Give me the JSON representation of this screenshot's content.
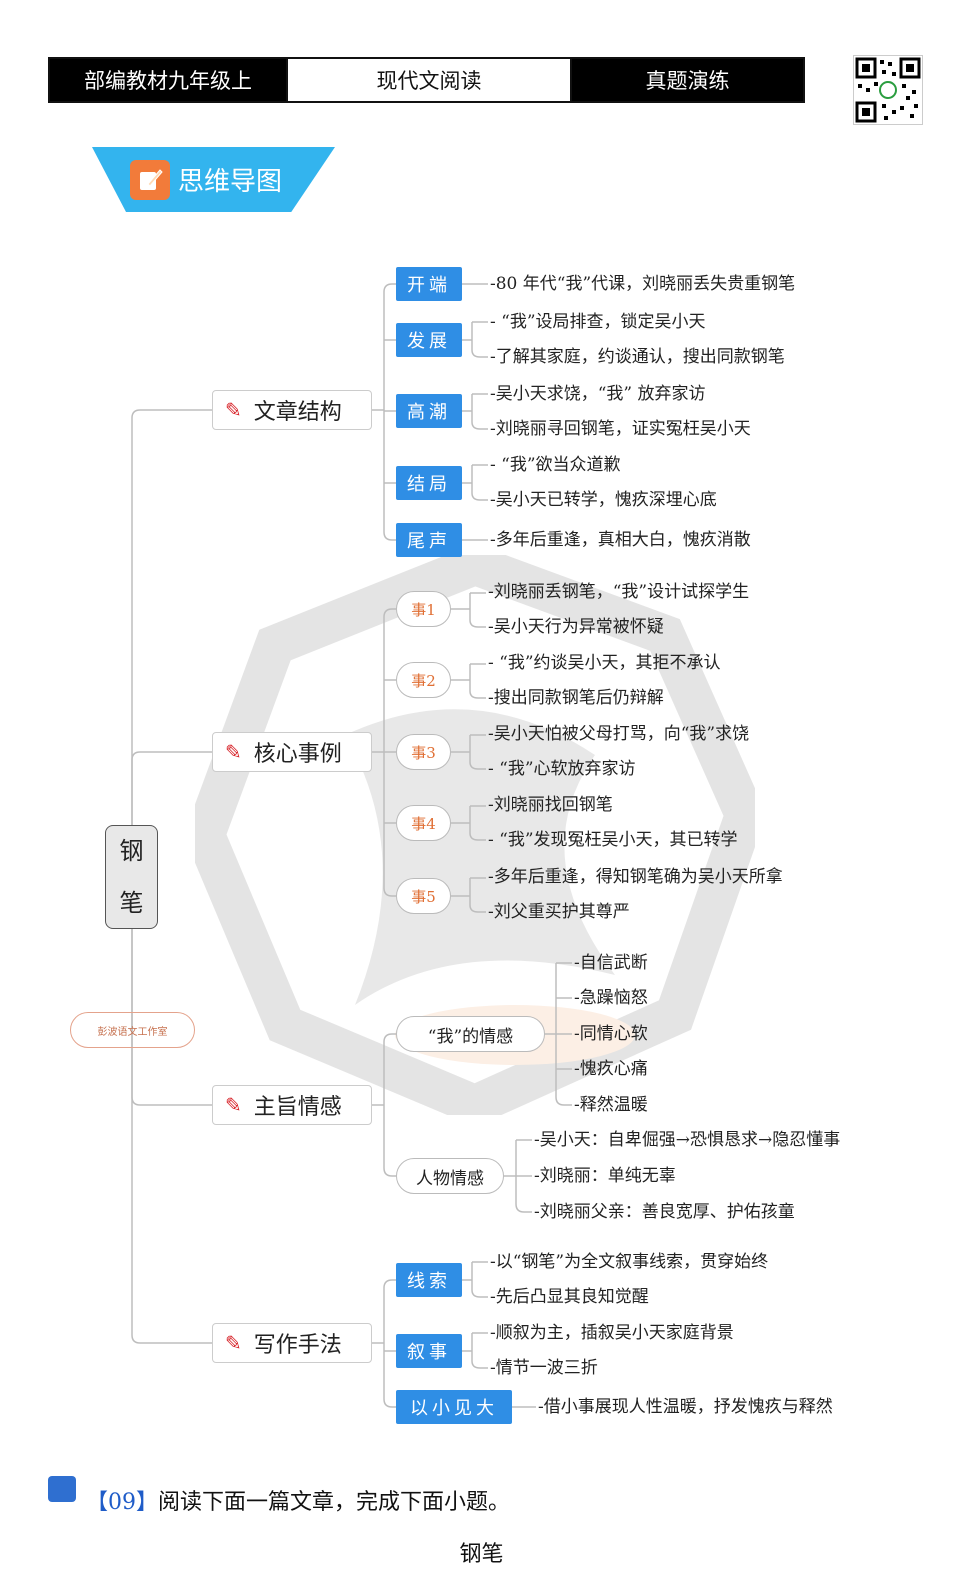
{
  "header": {
    "cell1": "部编教材九年级上",
    "cell2": "现代文阅读",
    "cell3": "真题演练"
  },
  "badge": {
    "title": "思维导图"
  },
  "root": {
    "char1": "钢",
    "char2": "笔"
  },
  "studio_label": "彭波语文工作室",
  "structure": {
    "label": "文章结构",
    "sections": [
      {
        "name": "开端",
        "leaves": [
          "-80 年代“我”代课，刘晓丽丢失贵重钢笔"
        ]
      },
      {
        "name": "发展",
        "leaves": [
          "- “我”设局排查，锁定吴小天",
          "-了解其家庭，约谈通认，搜出同款钢笔"
        ]
      },
      {
        "name": "高潮",
        "leaves": [
          "-吴小天求饶，“我” 放弃家访",
          "-刘晓丽寻回钢笔，证实冤枉吴小天"
        ]
      },
      {
        "name": "结局",
        "leaves": [
          "- “我”欲当众道歉",
          "-吴小天已转学，愧疚深埋心底"
        ]
      },
      {
        "name": "尾声",
        "leaves": [
          "-多年后重逢，真相大白，愧疚消散"
        ]
      }
    ]
  },
  "events": {
    "label": "核心事例",
    "items": [
      {
        "name": "事1",
        "leaves": [
          "-刘晓丽丢钢笔，“我”设计试探学生",
          "-吴小天行为异常被怀疑"
        ]
      },
      {
        "name": "事2",
        "leaves": [
          "- “我”约谈吴小天，其拒不承认",
          "-搜出同款钢笔后仍辩解"
        ]
      },
      {
        "name": "事3",
        "leaves": [
          "-吴小天怕被父母打骂，向“我”求饶",
          "- “我”心软放弃家访"
        ]
      },
      {
        "name": "事4",
        "leaves": [
          "-刘晓丽找回钢笔",
          "- “我”发现冤枉吴小天，其已转学"
        ]
      },
      {
        "name": "事5",
        "leaves": [
          "-多年后重逢，得知钢笔确为吴小天所拿",
          "-刘父重买护其尊严"
        ]
      }
    ]
  },
  "theme": {
    "label": "主旨情感",
    "me": {
      "name": "“我”的情感",
      "leaves": [
        "-自信武断",
        "-急躁恼怒",
        "-同情心软",
        "-愧疚心痛",
        "-释然温暖"
      ]
    },
    "people": {
      "name": "人物情感",
      "leaves": [
        "-吴小天：自卑倔强→恐惧恳求→隐忍懂事",
        "-刘晓丽：单纯无辜",
        "-刘晓丽父亲：善良宽厚、护佑孩童"
      ]
    }
  },
  "writing": {
    "label": "写作手法",
    "items": [
      {
        "name": "线索",
        "leaves": [
          "-以“钢笔”为全文叙事线索，贯穿始终",
          "-先后凸显其良知觉醒"
        ]
      },
      {
        "name": "叙事",
        "leaves": [
          "-顺叙为主，插叙吴小天家庭背景",
          "-情节一波三折"
        ]
      },
      {
        "name": "以小见大",
        "leaves": [
          "-借小事展现人性温暖，抒发愧疚与释然"
        ]
      }
    ]
  },
  "question": {
    "num": "【09】",
    "text": "阅读下面一篇文章，完成下面小题。"
  },
  "article_title": "钢笔",
  "colors": {
    "accent": "#2f8ee5",
    "badge": "#33b4ee",
    "pen": "#d8262c",
    "event": "#e06f34"
  }
}
